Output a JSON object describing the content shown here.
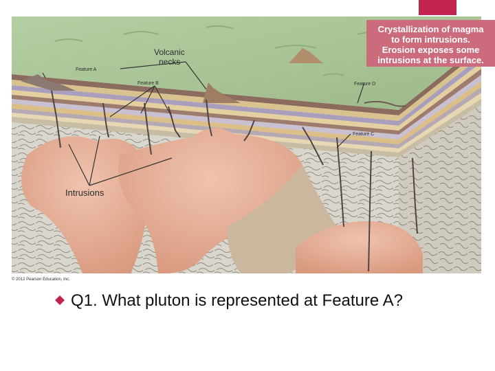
{
  "colors": {
    "accent": "#c0244f",
    "caption_bg": "#cb6b7c",
    "grass": "#a8c493",
    "intrusion": "#e4ae96",
    "bedrock": "#d8d6cc",
    "neck": "#5a4a45"
  },
  "figure": {
    "labels": {
      "volcanic_necks_line1": "Volcanic",
      "volcanic_necks_line2": "necks",
      "feature_a": "Feature A",
      "feature_b": "Feature B",
      "feature_c": "Feature C",
      "feature_d": "Feature D",
      "intrusions": "Intrusions"
    },
    "caption": {
      "line1": "Crystallization of magma",
      "line2": "to form intrusions.",
      "line3": "Erosion exposes some",
      "line4": "intrusions at the surface."
    },
    "copyright": "© 2012 Pearson Education, Inc."
  },
  "question": {
    "bullet_icon": "diamond-bullet-icon",
    "text": "Q1. What pluton is represented at Feature A?"
  }
}
